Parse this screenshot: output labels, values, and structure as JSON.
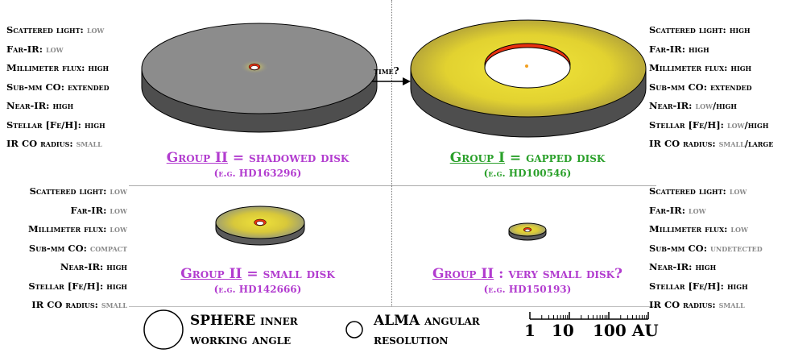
{
  "panels": {
    "top_left": {
      "properties": [
        {
          "label": "Scattered light:",
          "value": "low",
          "level": "low"
        },
        {
          "label": "Far-IR:",
          "value": "low",
          "level": "low"
        },
        {
          "label": "Millimeter flux:",
          "value": "high",
          "level": "high"
        },
        {
          "label": "Sub-mm CO:",
          "value": "extended",
          "level": "high"
        },
        {
          "label": "Near-IR:",
          "value": "high",
          "level": "high"
        },
        {
          "label": "Stellar [Fe/H]:",
          "value": "high",
          "level": "high"
        },
        {
          "label": "IR CO radius:",
          "value": "small",
          "level": "low"
        }
      ],
      "title_name": "Group II",
      "title_rest": " = shadowed disk",
      "subtitle": "(e.g. HD163296)",
      "color": "#b23ccf"
    },
    "top_right": {
      "properties": [
        {
          "label": "Scattered light:",
          "parts": [
            {
              "text": "high",
              "level": "high"
            }
          ]
        },
        {
          "label": "Far-IR:",
          "parts": [
            {
              "text": "high",
              "level": "high"
            }
          ]
        },
        {
          "label": "Millimeter flux:",
          "parts": [
            {
              "text": "high",
              "level": "high"
            }
          ]
        },
        {
          "label": "Sub-mm CO:",
          "parts": [
            {
              "text": "extended",
              "level": "high"
            }
          ]
        },
        {
          "label": "Near-IR:",
          "parts": [
            {
              "text": "low",
              "level": "low"
            },
            {
              "text": "/",
              "level": "sep"
            },
            {
              "text": "high",
              "level": "high"
            }
          ]
        },
        {
          "label": "Stellar [Fe/H]:",
          "parts": [
            {
              "text": "low",
              "level": "low"
            },
            {
              "text": "/",
              "level": "sep"
            },
            {
              "text": "high",
              "level": "high"
            }
          ]
        },
        {
          "label": "IR CO radius:",
          "parts": [
            {
              "text": "small",
              "level": "low"
            },
            {
              "text": "/",
              "level": "sep"
            },
            {
              "text": "large",
              "level": "high"
            }
          ]
        }
      ],
      "title_name": "Group I",
      "title_rest": " = gapped disk",
      "subtitle": "(e.g. HD100546)",
      "color": "#2aa02a"
    },
    "bottom_left": {
      "properties": [
        {
          "label": "Scattered light:",
          "value": "low",
          "level": "low"
        },
        {
          "label": "Far-IR:",
          "value": "low",
          "level": "low"
        },
        {
          "label": "Millimeter flux:",
          "value": "low",
          "level": "low"
        },
        {
          "label": "Sub-mm CO:",
          "value": "compact",
          "level": "low"
        },
        {
          "label": "Near-IR:",
          "value": "high",
          "level": "high"
        },
        {
          "label": "Stellar [Fe/H]:",
          "value": "high",
          "level": "high"
        },
        {
          "label": "IR CO radius:",
          "value": "small",
          "level": "low"
        }
      ],
      "title_name": "Group II",
      "title_rest": " = small disk",
      "subtitle": "(e.g. HD142666)",
      "color": "#b23ccf"
    },
    "bottom_right": {
      "properties": [
        {
          "label": "Scattered light:",
          "value": "low",
          "level": "low"
        },
        {
          "label": "Far-IR:",
          "value": "low",
          "level": "low"
        },
        {
          "label": "Millimeter flux:",
          "value": "low",
          "level": "low"
        },
        {
          "label": "Sub-mm CO:",
          "value": "undetected",
          "level": "low"
        },
        {
          "label": "Near-IR:",
          "value": "high",
          "level": "high"
        },
        {
          "label": "Stellar [Fe/H]:",
          "value": "high",
          "level": "high"
        },
        {
          "label": "IR CO radius:",
          "value": "small",
          "level": "low"
        }
      ],
      "title_name": "Group II",
      "title_rest": " : very small disk?",
      "subtitle": "(e.g. HD150193)",
      "color": "#b23ccf"
    }
  },
  "arrow_label": "time?",
  "legend": {
    "sphere_line1": "SPHERE inner",
    "sphere_line2": "working angle",
    "alma_line1": "ALMA angular",
    "alma_line2": "resolution"
  },
  "scale": {
    "label_1": "1",
    "label_10": "10",
    "label_100": "100 AU"
  },
  "colors": {
    "value_high": "#000000",
    "value_low": "#8a8a8a",
    "disk_gray": "#8c8c8c",
    "disk_yellow": "#e5d62a",
    "inner_rim_red": "#e83010"
  }
}
